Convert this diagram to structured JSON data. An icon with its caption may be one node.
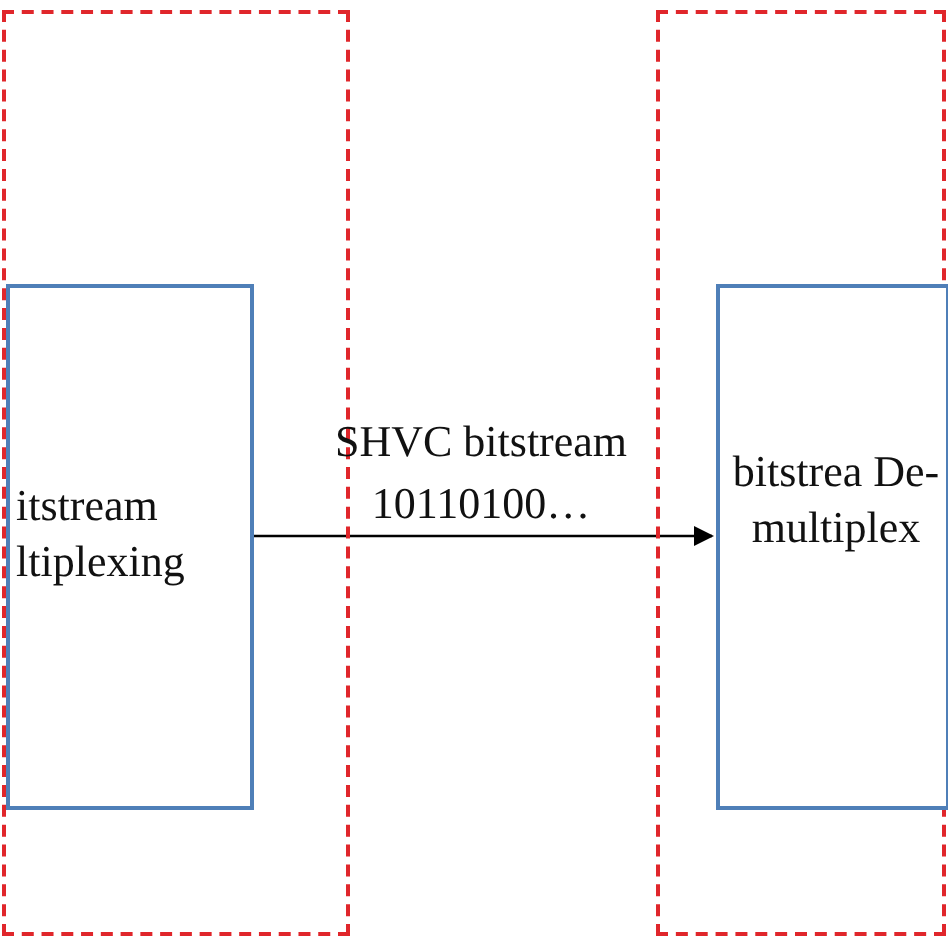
{
  "diagram": {
    "nodes": [
      {
        "text": [],
        "shape": "box"
      },
      {
        "text": [
          "itstream ltiplexing"
        ],
        "in": 0
      },
      {
        "text": [],
        "shape": "box"
      },
      {
        "text": [
          "bitstrea De- multiplex"
        ],
        "in": 2
      }
    ],
    "edges": [
      {
        "from": 1,
        "to": 3,
        "arrow": "to",
        "label": "SHVC bitstream 10110100…"
      }
    ]
  }
}
